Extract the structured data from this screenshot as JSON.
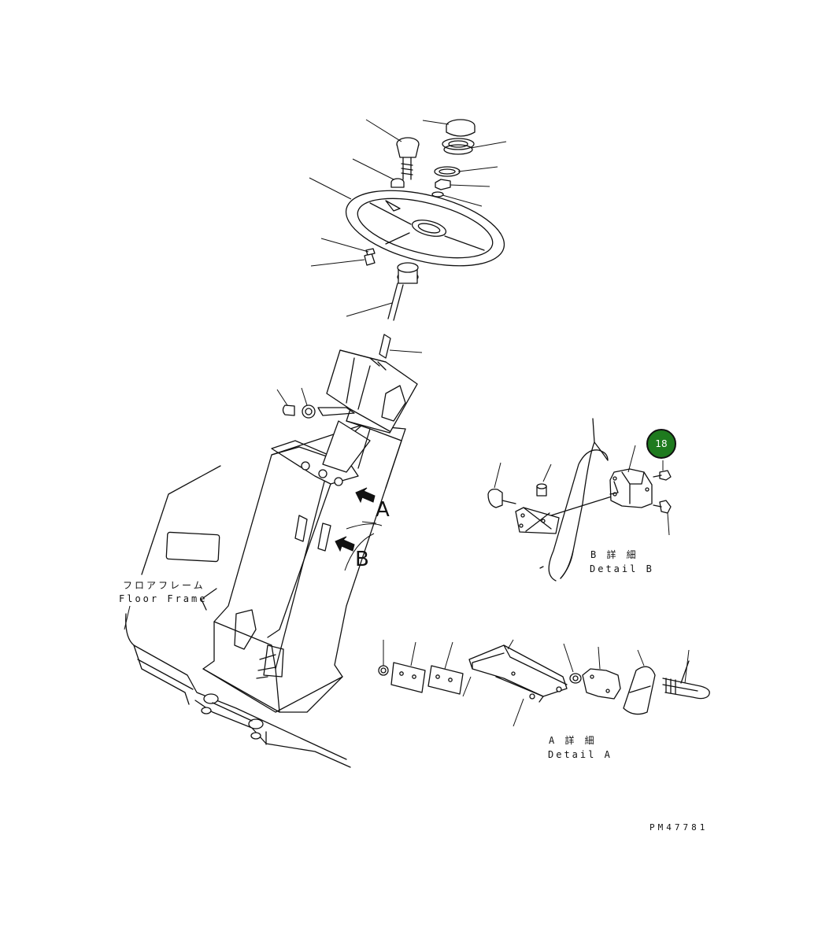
{
  "labels": {
    "floor_frame_jp": "フロアフレーム",
    "floor_frame_en": "Floor Frame",
    "detail_a_jp": "A 詳 細",
    "detail_a_en": "Detail A",
    "detail_b_jp": "B 詳 細",
    "detail_b_en": "Detail B",
    "arrow_a": "A",
    "arrow_b": "B",
    "drawing_number": "PM47781"
  },
  "callout": {
    "number": "18",
    "color": "#1e7a1e"
  }
}
